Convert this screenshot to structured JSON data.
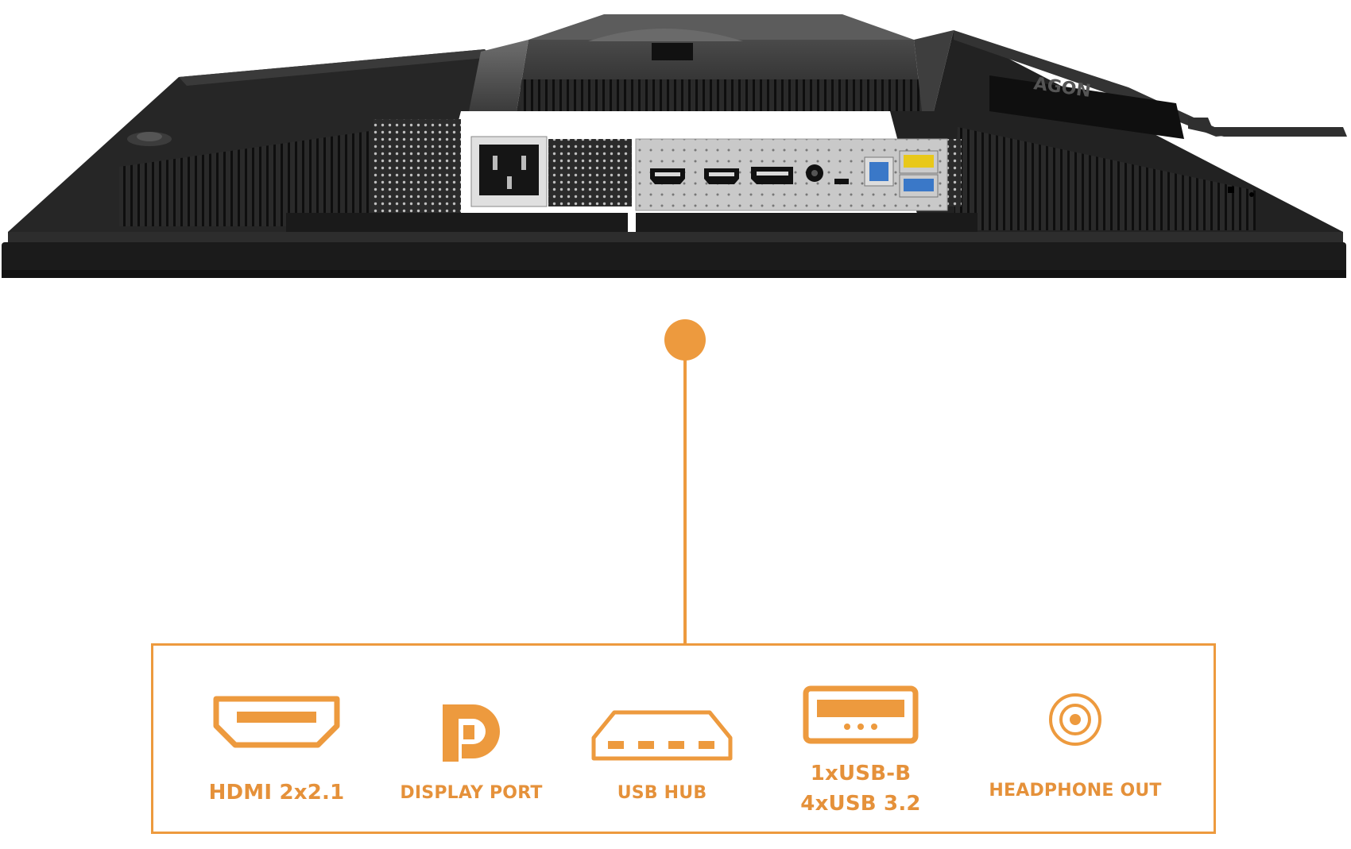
{
  "colors": {
    "accent": "#ED9A3E",
    "label": "#E5913A",
    "monitor_dark": "#1c1c1c",
    "panel_gray": "#cfcfcf"
  },
  "brand_logo": "AGON",
  "ports": [
    {
      "icon": "hdmi-icon",
      "label": "HDMI 2x2.1"
    },
    {
      "icon": "displayport-icon",
      "label": "DISPLAY PORT"
    },
    {
      "icon": "usb-hub-icon",
      "label": "USB HUB"
    },
    {
      "icon": "usb-port-icon",
      "label_line1": "1xUSB-B",
      "label_line2": "4xUSB 3.2"
    },
    {
      "icon": "headphone-jack-icon",
      "label": "HEADPHONE OUT"
    }
  ]
}
